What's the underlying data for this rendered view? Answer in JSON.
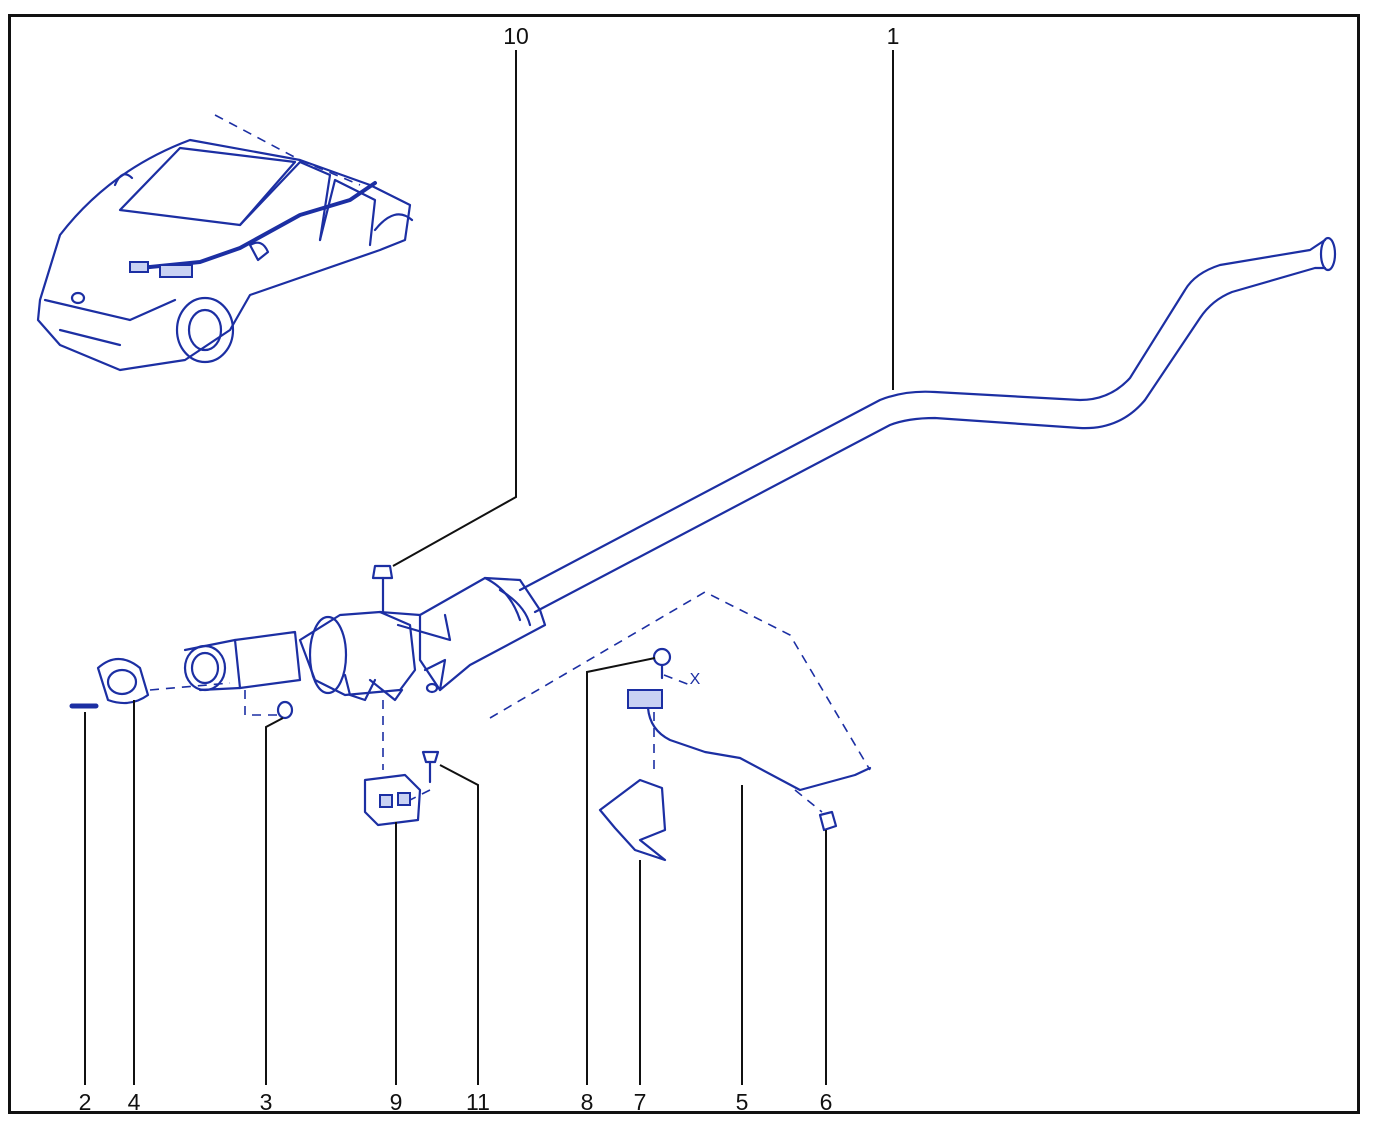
{
  "diagram": {
    "type": "exploded-parts-diagram",
    "line_color": "#1c2fa3",
    "fill_color": "#c9d2f3",
    "callouts": [
      {
        "id": "10",
        "label": "10"
      },
      {
        "id": "1",
        "label": "1"
      },
      {
        "id": "2",
        "label": "2"
      },
      {
        "id": "4",
        "label": "4"
      },
      {
        "id": "3",
        "label": "3"
      },
      {
        "id": "9",
        "label": "9"
      },
      {
        "id": "11",
        "label": "11"
      },
      {
        "id": "8",
        "label": "8"
      },
      {
        "id": "7",
        "label": "7"
      },
      {
        "id": "5",
        "label": "5"
      },
      {
        "id": "6",
        "label": "6"
      }
    ],
    "annotations": {
      "x_mark": "X"
    },
    "icons": [
      "car-locator-icon",
      "exhaust-pipe-icon",
      "catalytic-converter-icon",
      "pressure-sensor-icon",
      "bracket-icon"
    ]
  }
}
